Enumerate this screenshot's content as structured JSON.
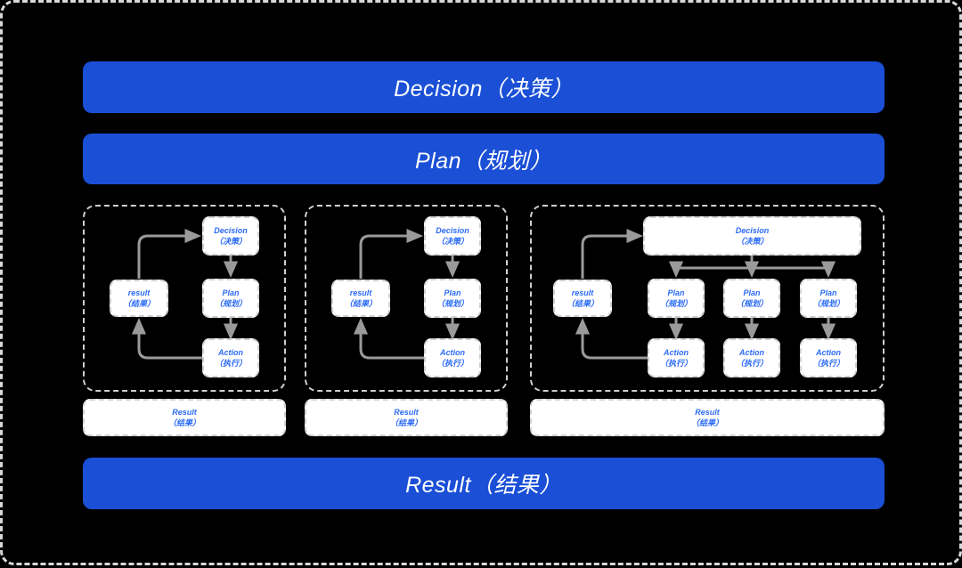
{
  "diagram": {
    "title_bars": [
      {
        "id": "decision",
        "en": "Decision",
        "zh": "（决策）",
        "text": "Decision（决策）"
      },
      {
        "id": "plan",
        "en": "Plan",
        "zh": "（规划）",
        "text": "Plan（规划）"
      },
      {
        "id": "result",
        "en": "Result",
        "zh": "（结果）",
        "text": "Result（结果）"
      }
    ],
    "node_labels": {
      "decision_en": "Decision",
      "decision_zh": "（决策）",
      "plan_en": "Plan",
      "plan_zh": "（规划）",
      "action_en": "Action",
      "action_zh": "（执行）",
      "result_lower_en": "result",
      "result_zh": "（结果）",
      "result_upper_en": "Result"
    },
    "clusters": [
      {
        "id": "cluster-1",
        "branch_count": 1,
        "nodes": [
          {
            "name": "decision",
            "en": "Decision",
            "zh": "（决策）"
          },
          {
            "name": "plan",
            "en": "Plan",
            "zh": "（规划）"
          },
          {
            "name": "action",
            "en": "Action",
            "zh": "（执行）"
          },
          {
            "name": "result",
            "en": "result",
            "zh": "（结果）"
          }
        ],
        "edges": [
          {
            "from": "result",
            "to": "decision"
          },
          {
            "from": "decision",
            "to": "plan"
          },
          {
            "from": "plan",
            "to": "action"
          },
          {
            "from": "action",
            "to": "result"
          }
        ],
        "result_strip": {
          "en": "Result",
          "zh": "（结果）"
        }
      },
      {
        "id": "cluster-2",
        "branch_count": 1,
        "nodes": [
          {
            "name": "decision",
            "en": "Decision",
            "zh": "（决策）"
          },
          {
            "name": "plan",
            "en": "Plan",
            "zh": "（规划）"
          },
          {
            "name": "action",
            "en": "Action",
            "zh": "（执行）"
          },
          {
            "name": "result",
            "en": "result",
            "zh": "（结果）"
          }
        ],
        "edges": [
          {
            "from": "result",
            "to": "decision"
          },
          {
            "from": "decision",
            "to": "plan"
          },
          {
            "from": "plan",
            "to": "action"
          },
          {
            "from": "action",
            "to": "result"
          }
        ],
        "result_strip": {
          "en": "Result",
          "zh": "（结果）"
        }
      },
      {
        "id": "cluster-3",
        "branch_count": 3,
        "nodes": [
          {
            "name": "decision",
            "en": "Decision",
            "zh": "（决策）"
          },
          {
            "name": "plan-1",
            "en": "Plan",
            "zh": "（规划）"
          },
          {
            "name": "plan-2",
            "en": "Plan",
            "zh": "（规划）"
          },
          {
            "name": "plan-3",
            "en": "Plan",
            "zh": "（规划）"
          },
          {
            "name": "action-1",
            "en": "Action",
            "zh": "（执行）"
          },
          {
            "name": "action-2",
            "en": "Action",
            "zh": "（执行）"
          },
          {
            "name": "action-3",
            "en": "Action",
            "zh": "（执行）"
          },
          {
            "name": "result",
            "en": "result",
            "zh": "（结果）"
          }
        ],
        "edges": [
          {
            "from": "result",
            "to": "decision"
          },
          {
            "from": "decision",
            "to": "plan-1"
          },
          {
            "from": "decision",
            "to": "plan-2"
          },
          {
            "from": "decision",
            "to": "plan-3"
          },
          {
            "from": "plan-1",
            "to": "action-1"
          },
          {
            "from": "plan-2",
            "to": "action-2"
          },
          {
            "from": "plan-3",
            "to": "action-3"
          },
          {
            "from": "action-1",
            "to": "result"
          }
        ],
        "result_strip": {
          "en": "Result",
          "zh": "（结果）"
        }
      }
    ],
    "colors": {
      "background": "#000000",
      "bar_blue": "#1a4fd6",
      "bar_text": "#ffffff",
      "node_fill": "#ffffff",
      "node_border": "#cfcfcf",
      "node_text": "#2b6bf5",
      "arrow": "#9a9a9a",
      "frame_border": "#d8d8d8"
    }
  }
}
